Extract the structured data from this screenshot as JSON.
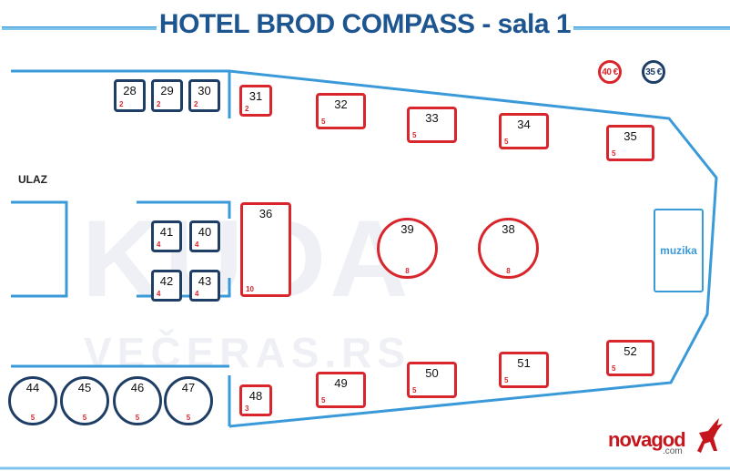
{
  "title": "HOTEL BROD COMPASS - sala 1",
  "entrance_label": "ULAZ",
  "music_label": "muzika",
  "legend": {
    "red_price": "40 €",
    "navy_price": "35 €"
  },
  "colors": {
    "red": "#d9252c",
    "navy": "#1f3e66",
    "wall": "#3a9ad9",
    "title": "#1d5590"
  },
  "watermark": {
    "line1": "KUDA",
    "line2": "VEČERAS.RS"
  },
  "logo": {
    "name": "novagod",
    "suffix": ".com"
  },
  "tables": {
    "t28": {
      "number": "28",
      "seats": "2",
      "price": "35 €"
    },
    "t29": {
      "number": "29",
      "seats": "2",
      "price": "35 €"
    },
    "t30": {
      "number": "30",
      "seats": "2",
      "price": "35 €"
    },
    "t31": {
      "number": "31",
      "seats": "2",
      "price": "40 €"
    },
    "t32": {
      "number": "32",
      "seats": "5",
      "price": "40 €"
    },
    "t33": {
      "number": "33",
      "seats": "5",
      "price": "40 €"
    },
    "t34": {
      "number": "34",
      "seats": "5",
      "price": "40 €"
    },
    "t35": {
      "number": "35",
      "seats": "5",
      "price": "40 €"
    },
    "t36": {
      "number": "36",
      "seats": "10",
      "price": "40 €"
    },
    "t38": {
      "number": "38",
      "seats": "8",
      "price": "40 €"
    },
    "t39": {
      "number": "39",
      "seats": "8",
      "price": "40 €"
    },
    "t40": {
      "number": "40",
      "seats": "4",
      "price": "35 €"
    },
    "t41": {
      "number": "41",
      "seats": "4",
      "price": "35 €"
    },
    "t42": {
      "number": "42",
      "seats": "4",
      "price": "35 €"
    },
    "t43": {
      "number": "43",
      "seats": "4",
      "price": "35 €"
    },
    "t44": {
      "number": "44",
      "seats": "5",
      "price": "35 €"
    },
    "t45": {
      "number": "45",
      "seats": "5",
      "price": "35 €"
    },
    "t46": {
      "number": "46",
      "seats": "5",
      "price": "35 €"
    },
    "t47": {
      "number": "47",
      "seats": "5",
      "price": "35 €"
    },
    "t48": {
      "number": "48",
      "seats": "3",
      "price": "40 €"
    },
    "t49": {
      "number": "49",
      "seats": "5",
      "price": "40 €"
    },
    "t50": {
      "number": "50",
      "seats": "5",
      "price": "40 €"
    },
    "t51": {
      "number": "51",
      "seats": "5",
      "price": "40 €"
    },
    "t52": {
      "number": "52",
      "seats": "5",
      "price": "40 €"
    }
  }
}
